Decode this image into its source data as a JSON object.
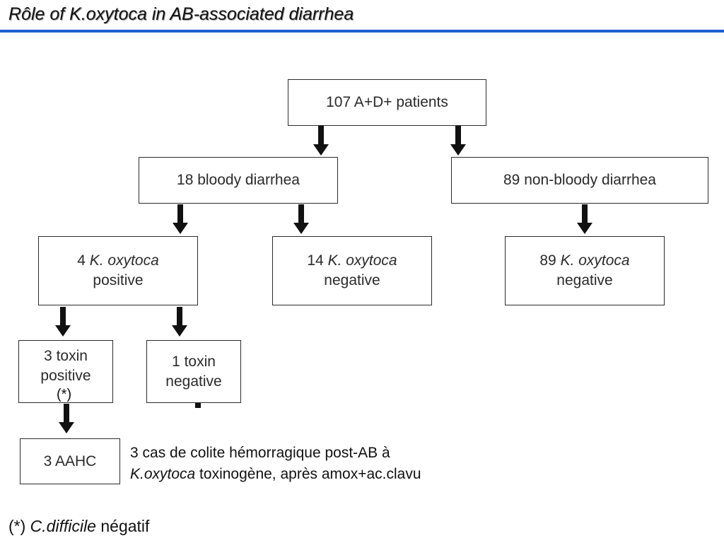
{
  "slide": {
    "title": "Rôle of K.oxytoca in AB-associated diarrhea"
  },
  "flowchart": {
    "root": {
      "text": "107 A+D+ patients"
    },
    "bloody": {
      "text": "18 bloody diarrhea"
    },
    "non_bloody": {
      "text": "89 non-bloody diarrhea"
    },
    "ko_positive": {
      "count": "4",
      "organism": "K. oxytoca",
      "result": "positive"
    },
    "ko_negative_bloody": {
      "count": "14",
      "organism": "K. oxytoca",
      "result": "negative"
    },
    "ko_negative_nonbloody": {
      "count": "89",
      "organism": "K. oxytoca",
      "result": "negative"
    },
    "toxin_positive": {
      "line1": "3 toxin",
      "line2": "positive",
      "mark": "(*)"
    },
    "toxin_negative": {
      "line1": "1 toxin",
      "line2": "negative"
    },
    "aahc": {
      "text": "3 AAHC"
    }
  },
  "annotation": {
    "line1": "3 cas de colite hémorragique post-AB à",
    "line2_italic": "K.oxytoca",
    "line2_rest": " toxinogène, après amox+ac.clavu"
  },
  "footnote": {
    "mark": "(*) ",
    "organism": "C.difficile",
    "rest": " négatif"
  },
  "colors": {
    "title_rule": "#1f5fd0",
    "box_border": "#2b2b2b",
    "arrow": "#111111"
  }
}
